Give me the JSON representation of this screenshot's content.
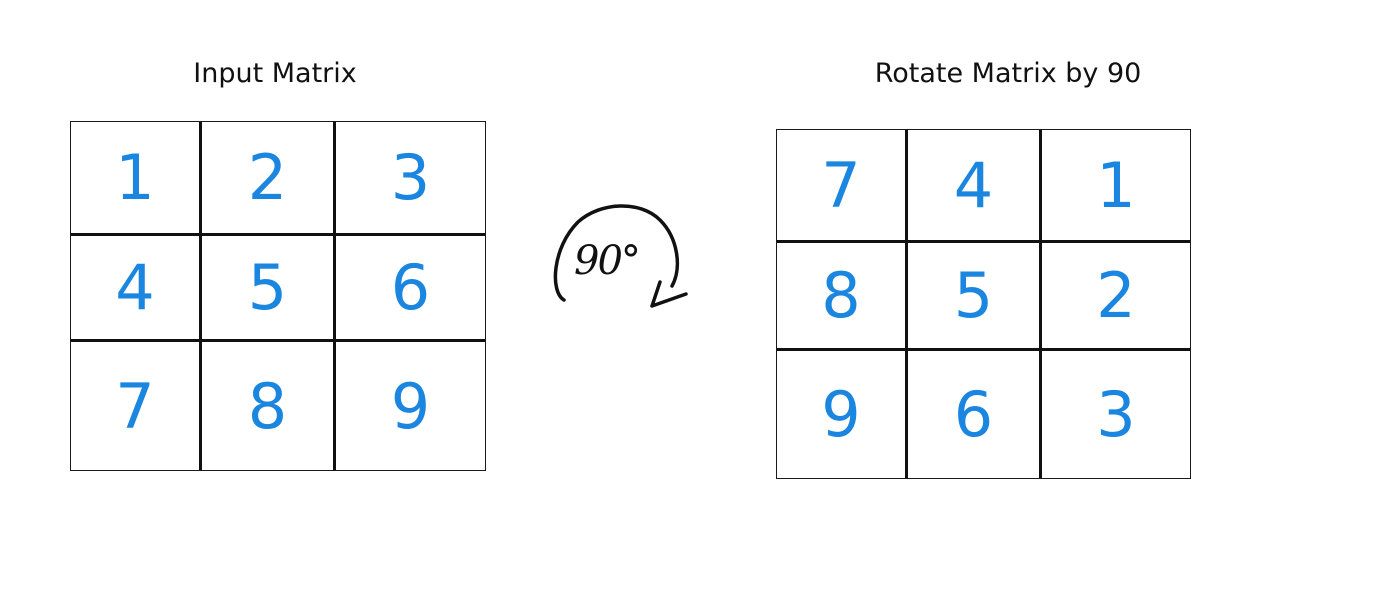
{
  "input_panel": {
    "title": "Input Matrix",
    "rows": [
      [
        "1",
        "2",
        "3"
      ],
      [
        "4",
        "5",
        "6"
      ],
      [
        "7",
        "8",
        "9"
      ]
    ]
  },
  "output_panel": {
    "title": "Rotate Matrix by 90",
    "rows": [
      [
        "7",
        "4",
        "1"
      ],
      [
        "8",
        "5",
        "2"
      ],
      [
        "9",
        "6",
        "3"
      ]
    ]
  },
  "rotation": {
    "label": "90°",
    "icon": "clockwise-arrow-icon"
  },
  "colors": {
    "digits": "#1b86e0",
    "grid": "#111111",
    "text": "#111111",
    "background": "#ffffff"
  }
}
